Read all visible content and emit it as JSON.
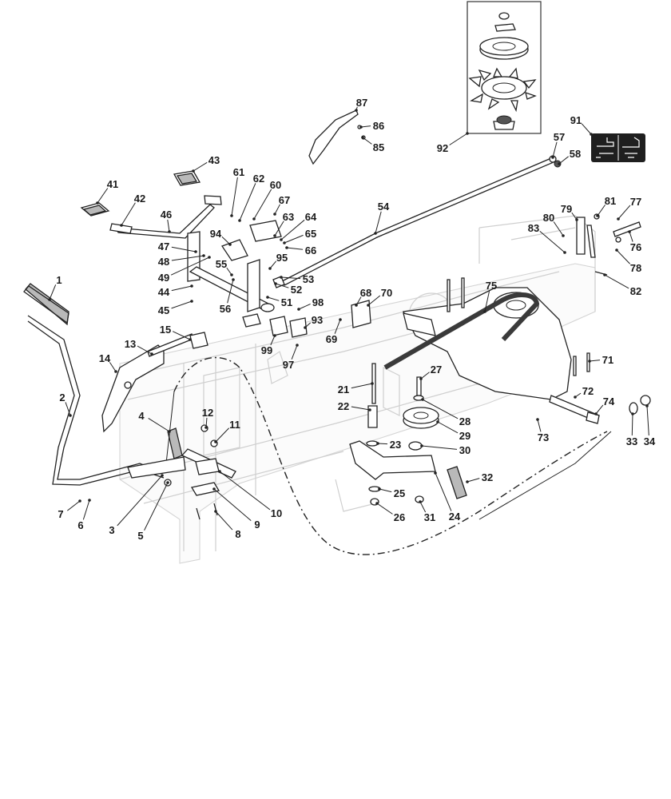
{
  "diagram": {
    "title": "Transmission / pedal / clutch assembly exploded parts view",
    "decal": {
      "callout": "91",
      "panels": [
        "forward-drive-pictogram",
        "reverse-drive-pictogram"
      ]
    },
    "inset": {
      "callout": "92",
      "contents": [
        "nut",
        "washer",
        "pulley",
        "fan",
        "hub"
      ]
    },
    "callouts": [
      {
        "id": "1"
      },
      {
        "id": "2"
      },
      {
        "id": "3"
      },
      {
        "id": "4"
      },
      {
        "id": "5"
      },
      {
        "id": "6"
      },
      {
        "id": "7"
      },
      {
        "id": "8"
      },
      {
        "id": "9"
      },
      {
        "id": "10"
      },
      {
        "id": "11"
      },
      {
        "id": "12"
      },
      {
        "id": "13"
      },
      {
        "id": "14"
      },
      {
        "id": "15"
      },
      {
        "id": "21"
      },
      {
        "id": "22"
      },
      {
        "id": "23"
      },
      {
        "id": "24"
      },
      {
        "id": "25"
      },
      {
        "id": "26"
      },
      {
        "id": "27"
      },
      {
        "id": "28"
      },
      {
        "id": "29"
      },
      {
        "id": "30"
      },
      {
        "id": "31"
      },
      {
        "id": "32"
      },
      {
        "id": "33"
      },
      {
        "id": "34"
      },
      {
        "id": "41"
      },
      {
        "id": "42"
      },
      {
        "id": "43"
      },
      {
        "id": "44"
      },
      {
        "id": "45"
      },
      {
        "id": "46"
      },
      {
        "id": "47"
      },
      {
        "id": "48"
      },
      {
        "id": "49"
      },
      {
        "id": "51"
      },
      {
        "id": "52"
      },
      {
        "id": "53"
      },
      {
        "id": "54"
      },
      {
        "id": "55"
      },
      {
        "id": "56"
      },
      {
        "id": "57"
      },
      {
        "id": "58"
      },
      {
        "id": "60"
      },
      {
        "id": "61"
      },
      {
        "id": "62"
      },
      {
        "id": "63"
      },
      {
        "id": "64"
      },
      {
        "id": "65"
      },
      {
        "id": "66"
      },
      {
        "id": "67"
      },
      {
        "id": "68"
      },
      {
        "id": "69"
      },
      {
        "id": "70"
      },
      {
        "id": "71"
      },
      {
        "id": "72"
      },
      {
        "id": "73"
      },
      {
        "id": "74"
      },
      {
        "id": "75"
      },
      {
        "id": "76"
      },
      {
        "id": "77"
      },
      {
        "id": "78"
      },
      {
        "id": "79"
      },
      {
        "id": "80"
      },
      {
        "id": "81"
      },
      {
        "id": "82"
      },
      {
        "id": "83"
      },
      {
        "id": "85"
      },
      {
        "id": "86"
      },
      {
        "id": "87"
      },
      {
        "id": "91"
      },
      {
        "id": "92"
      },
      {
        "id": "93"
      },
      {
        "id": "94"
      },
      {
        "id": "95"
      },
      {
        "id": "97"
      },
      {
        "id": "98"
      },
      {
        "id": "99"
      }
    ]
  }
}
